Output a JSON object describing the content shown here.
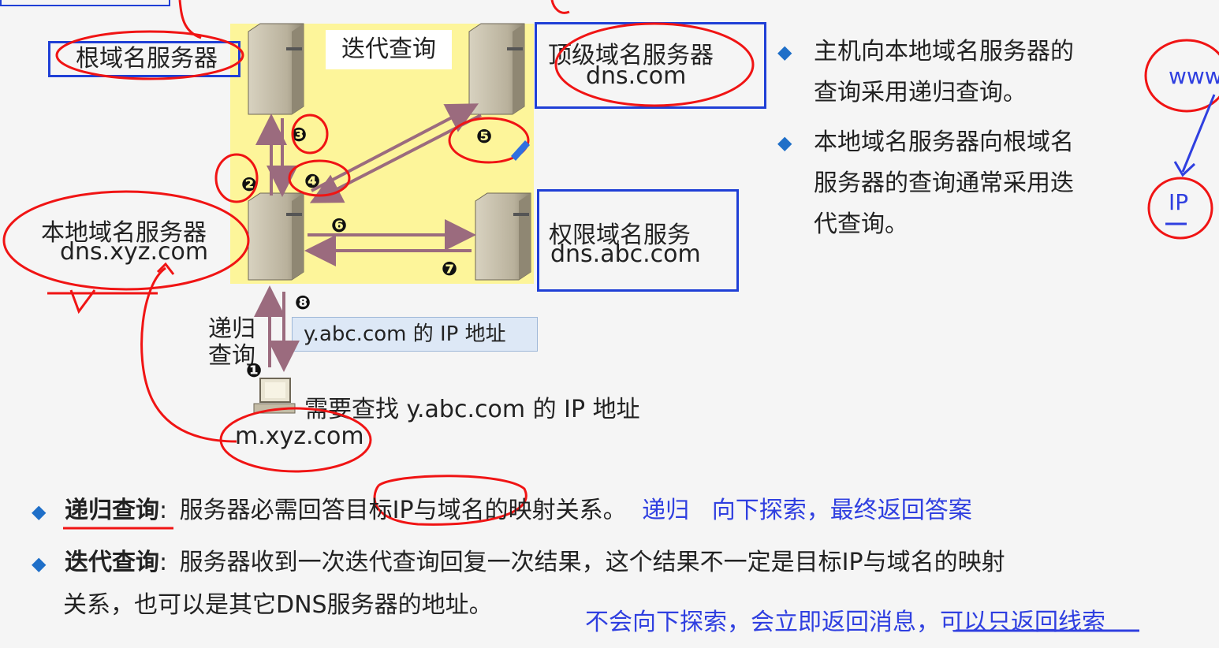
{
  "diagram": {
    "root_server_label": "根域名服务器",
    "iteration_label": "迭代查询",
    "tld_server": {
      "name": "顶级域名服务器",
      "domain": "dns.com"
    },
    "local_server": {
      "name": "本地域名服务器",
      "domain": "dns.xyz.com"
    },
    "auth_server": {
      "name": "权限域名服务",
      "domain": "dns.abc.com"
    },
    "recursive_label_1": "递归",
    "recursive_label_2": "查询",
    "answer_box": "y.abc.com 的 IP 地址",
    "host_query": "需要查找 y.abc.com 的 IP 地址",
    "host_name": "m.xyz.com",
    "steps": [
      "❶",
      "❷",
      "❸",
      "❹",
      "❺",
      "❻",
      "❼",
      "❽"
    ]
  },
  "right_bullets": [
    {
      "line1": "主机向本地域名服务器的",
      "line2": "查询采用递归查询。"
    },
    {
      "line1": "本地域名服务器向根域名",
      "line2": "服务器的查询通常采用迭",
      "line3": "代查询。"
    }
  ],
  "edge_notes": {
    "www": "www",
    "ip": "IP"
  },
  "bottom": {
    "recursive_term": "递归查询",
    "recursive_colon": ":",
    "recursive_text": "服务器必需回答目标IP与域名的映射关系。",
    "recursive_note": "递归   向下探索，最终返回答案",
    "iterative_term": "迭代查询",
    "iterative_colon": ":",
    "iterative_text_1": "服务器收到一次迭代查询回复一次结果，这个结果不一定是目标IP与域名的映射",
    "iterative_text_2": "关系，也可以是其它DNS服务器的地址。",
    "iterative_note": "不会向下探索，会立即返回消息，可以只返回线索"
  },
  "colors": {
    "box_border": "#1f3fd6",
    "highlight_bg": "#fdf59a",
    "arrow": "#9b6b7e",
    "annotation_red": "#f01414",
    "bullet": "#1f6fc8",
    "note_blue": "#2f3fe0"
  }
}
